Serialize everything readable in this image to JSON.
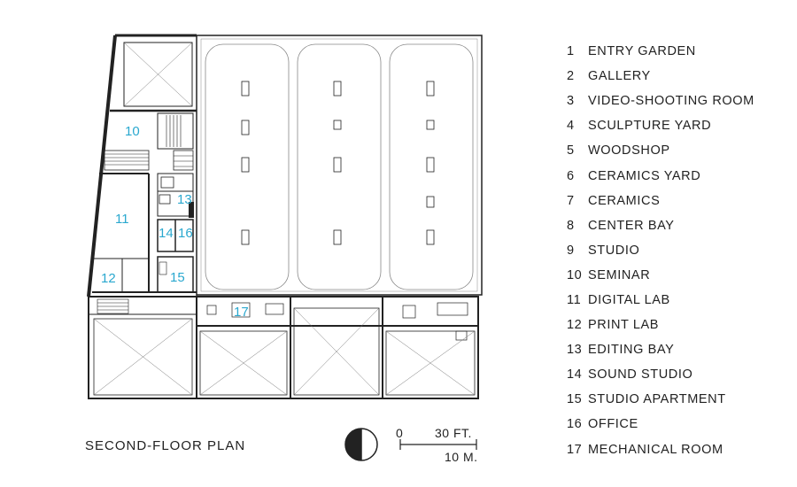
{
  "plan": {
    "title": "SECOND-FLOOR PLAN",
    "scale": {
      "zero": "0",
      "feet": "30 FT.",
      "meters": "10 M."
    }
  },
  "legend": [
    {
      "num": "1",
      "label": "ENTRY GARDEN"
    },
    {
      "num": "2",
      "label": "GALLERY"
    },
    {
      "num": "3",
      "label": "VIDEO-SHOOTING ROOM"
    },
    {
      "num": "4",
      "label": "SCULPTURE YARD"
    },
    {
      "num": "5",
      "label": "WOODSHOP"
    },
    {
      "num": "6",
      "label": "CERAMICS YARD"
    },
    {
      "num": "7",
      "label": "CERAMICS"
    },
    {
      "num": "8",
      "label": "CENTER BAY"
    },
    {
      "num": "9",
      "label": "STUDIO"
    },
    {
      "num": "10",
      "label": "SEMINAR"
    },
    {
      "num": "11",
      "label": "DIGITAL LAB"
    },
    {
      "num": "12",
      "label": "PRINT LAB"
    },
    {
      "num": "13",
      "label": "EDITING BAY"
    },
    {
      "num": "14",
      "label": "SOUND STUDIO"
    },
    {
      "num": "15",
      "label": "STUDIO APARTMENT"
    },
    {
      "num": "16",
      "label": "OFFICE"
    },
    {
      "num": "17",
      "label": "MECHANICAL ROOM"
    }
  ],
  "rooms": {
    "r10": "10",
    "r11": "11",
    "r12": "12",
    "r13": "13",
    "r14": "14",
    "r15": "15",
    "r16": "16",
    "r17": "17"
  },
  "colors": {
    "room_numbers": "#2aa8cf",
    "lines": "#222222"
  }
}
